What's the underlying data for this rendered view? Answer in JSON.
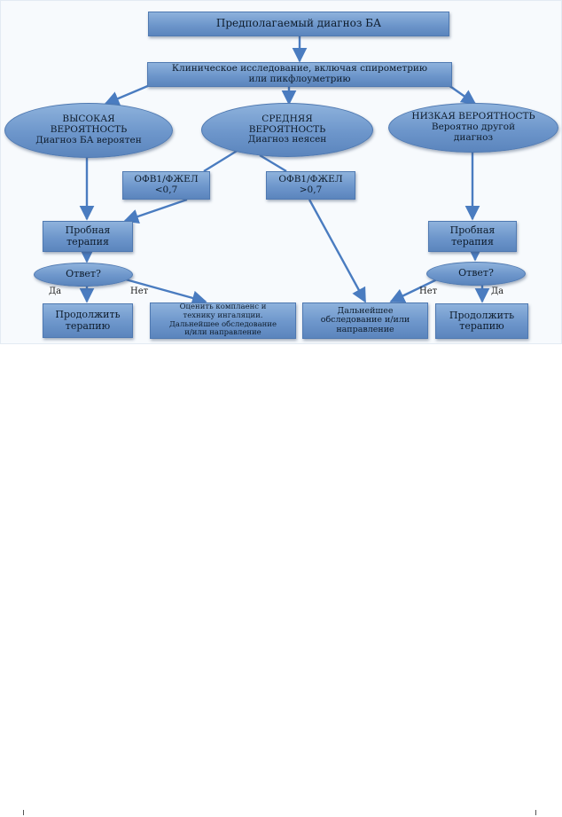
{
  "flowchart": {
    "nodes": {
      "start": {
        "lines": [
          "Предполагаемый диагноз БА"
        ]
      },
      "exam": {
        "lines": [
          "Клиническое исследование, включая спирометрию",
          "или пикфлоуметрию"
        ]
      },
      "high": {
        "lines": [
          "ВЫСОКАЯ",
          "ВЕРОЯТНОСТЬ",
          "Диагноз БА вероятен"
        ]
      },
      "mid": {
        "lines": [
          "СРЕДНЯЯ",
          "ВЕРОЯТНОСТЬ",
          "Диагноз неясен"
        ]
      },
      "low": {
        "lines": [
          "НИЗКАЯ ВЕРОЯТНОСТЬ",
          "Вероятно другой",
          "диагноз"
        ]
      },
      "fev_lt": {
        "lines": [
          "ОФВ1/ФЖЕЛ",
          "<0,7"
        ]
      },
      "fev_gt": {
        "lines": [
          "ОФВ1/ФЖЕЛ",
          ">0,7"
        ]
      },
      "trial_l": {
        "lines": [
          "Пробная",
          "терапия"
        ]
      },
      "trial_r": {
        "lines": [
          "Пробная",
          "терапия"
        ]
      },
      "resp_l": {
        "lines": [
          "Ответ?"
        ]
      },
      "resp_r": {
        "lines": [
          "Ответ?"
        ]
      },
      "cont_l": {
        "lines": [
          "Продолжить",
          "терапию"
        ]
      },
      "assess": {
        "lines": [
          "Оценить комплаенс и",
          "технику ингаляции.",
          "Дальнейшее обследование",
          "и/или направление"
        ]
      },
      "further": {
        "lines": [
          "Дальнейшее",
          "обследование и/или",
          "направление"
        ]
      },
      "cont_r": {
        "lines": [
          "Продолжить",
          "терапию"
        ]
      }
    },
    "edge_labels": {
      "yes_l": "Да",
      "no_l": "Нет",
      "no_r": "Нет",
      "yes_r": "Да"
    }
  }
}
